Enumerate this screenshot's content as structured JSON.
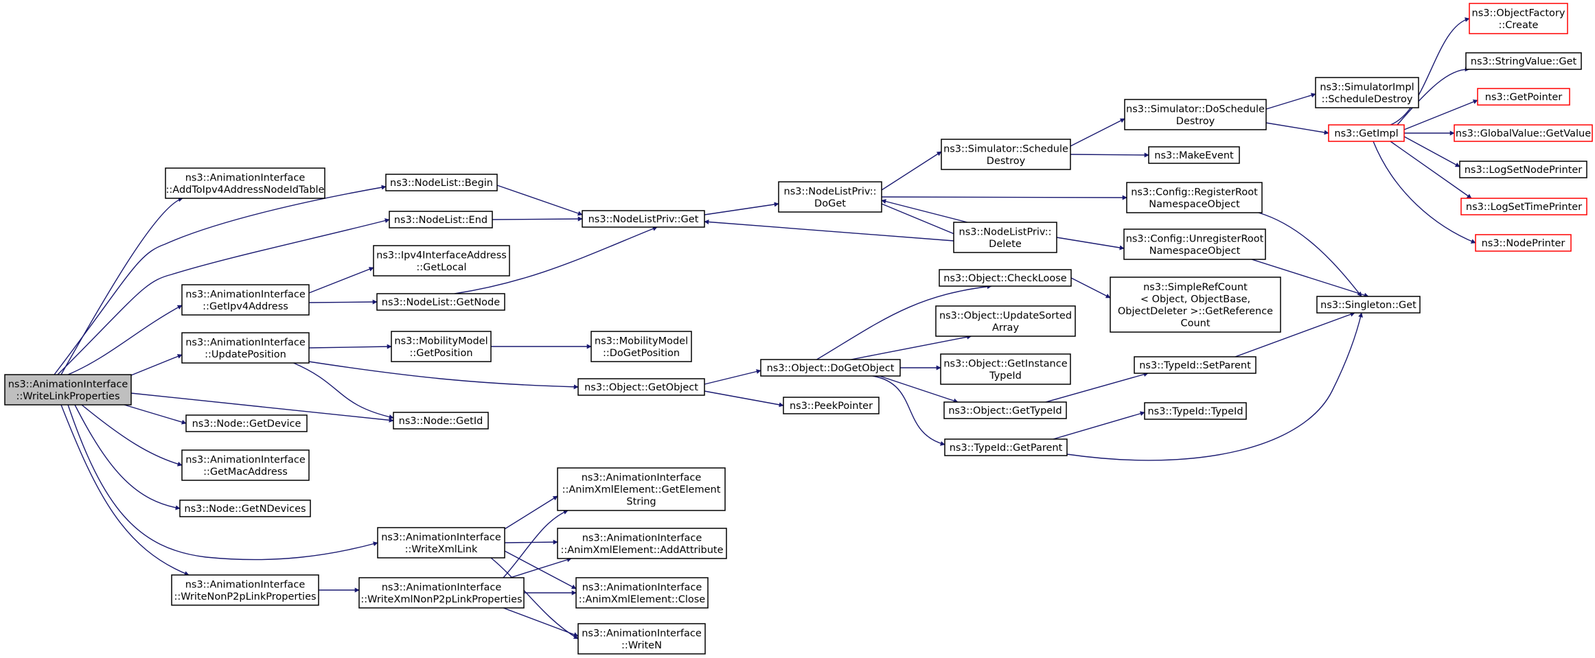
{
  "colors": {
    "edge": "#191970",
    "node_border": "#000000",
    "missing_border": "#ff0000",
    "root_fill": "#bfbfbf",
    "node_fill": "#ffffff"
  },
  "nodes": {
    "root": [
      "ns3::AnimationInterface",
      "::WriteLinkProperties"
    ],
    "addToIpv4": [
      "ns3::AnimationInterface",
      "::AddToIpv4AddressNodeIdTable"
    ],
    "nlBegin": [
      "ns3::NodeList::Begin"
    ],
    "nlEnd": [
      "ns3::NodeList::End"
    ],
    "ipv4GetLocal": [
      "ns3::Ipv4InterfaceAddress",
      "::GetLocal"
    ],
    "getIpv4Address": [
      "ns3::AnimationInterface",
      "::GetIpv4Address"
    ],
    "nlGetNode": [
      "ns3::NodeList::GetNode"
    ],
    "updatePosition": [
      "ns3::AnimationInterface",
      "::UpdatePosition"
    ],
    "mmGetPosition": [
      "ns3::MobilityModel",
      "::GetPosition"
    ],
    "mmDoGetPosition": [
      "ns3::MobilityModel",
      "::DoGetPosition"
    ],
    "nodeGetId": [
      "ns3::Node::GetId"
    ],
    "nodeGetDevice": [
      "ns3::Node::GetDevice"
    ],
    "getMacAddress": [
      "ns3::AnimationInterface",
      "::GetMacAddress"
    ],
    "getNDevices": [
      "ns3::Node::GetNDevices"
    ],
    "writeXmlLink": [
      "ns3::AnimationInterface",
      "::WriteXmlLink"
    ],
    "writeNonP2p": [
      "ns3::AnimationInterface",
      "::WriteNonP2pLinkProperties"
    ],
    "writeXmlNonP2p": [
      "ns3::AnimationInterface",
      "::WriteXmlNonP2pLinkProperties"
    ],
    "getElementString": [
      "ns3::AnimationInterface",
      "::AnimXmlElement::GetElement",
      "String"
    ],
    "addAttribute": [
      "ns3::AnimationInterface",
      "::AnimXmlElement::AddAttribute"
    ],
    "animClose": [
      "ns3::AnimationInterface",
      "::AnimXmlElement::Close"
    ],
    "writeN": [
      "ns3::AnimationInterface",
      "::WriteN"
    ],
    "nlpGet": [
      "ns3::NodeListPriv::Get"
    ],
    "nlpDoGet": [
      "ns3::NodeListPriv::",
      "DoGet"
    ],
    "nlpDelete": [
      "ns3::NodeListPriv::",
      "Delete"
    ],
    "objGetObject": [
      "ns3::Object::GetObject"
    ],
    "peekPointer": [
      "ns3::PeekPointer"
    ],
    "objDoGetObject": [
      "ns3::Object::DoGetObject"
    ],
    "simScheduleDestroy": [
      "ns3::Simulator::Schedule",
      "Destroy"
    ],
    "simDoScheduleDestroy": [
      "ns3::Simulator::DoSchedule",
      "Destroy"
    ],
    "makeEvent": [
      "ns3::MakeEvent"
    ],
    "simImplScheduleDestroy": [
      "ns3::SimulatorImpl",
      "::ScheduleDestroy"
    ],
    "getImpl": [
      "ns3::GetImpl"
    ],
    "objectFactoryCreate": [
      "ns3::ObjectFactory",
      "::Create"
    ],
    "stringValueGet": [
      "ns3::StringValue::Get"
    ],
    "getPointer": [
      "ns3::GetPointer"
    ],
    "globalValueGetValue": [
      "ns3::GlobalValue::GetValue"
    ],
    "logSetNodePrinter": [
      "ns3::LogSetNodePrinter"
    ],
    "logSetTimePrinter": [
      "ns3::LogSetTimePrinter"
    ],
    "nodePrinter": [
      "ns3::NodePrinter"
    ],
    "cfgRegisterRoot": [
      "ns3::Config::RegisterRoot",
      "NamespaceObject"
    ],
    "cfgUnregisterRoot": [
      "ns3::Config::UnregisterRoot",
      "NamespaceObject"
    ],
    "singletonGet": [
      "ns3::Singleton::Get"
    ],
    "objCheckLoose": [
      "ns3::Object::CheckLoose"
    ],
    "simpleRefCount": [
      "ns3::SimpleRefCount",
      "< Object, ObjectBase,",
      "ObjectDeleter >::GetReference",
      "Count"
    ],
    "objUpdateSortedArray": [
      "ns3::Object::UpdateSorted",
      "Array"
    ],
    "objGetInstanceTypeId": [
      "ns3::Object::GetInstance",
      "TypeId"
    ],
    "typeIdSetParent": [
      "ns3::TypeId::SetParent"
    ],
    "objGetTypeId": [
      "ns3::Object::GetTypeId"
    ],
    "typeIdTypeId": [
      "ns3::TypeId::TypeId"
    ],
    "typeIdGetParent": [
      "ns3::TypeId::GetParent"
    ]
  }
}
